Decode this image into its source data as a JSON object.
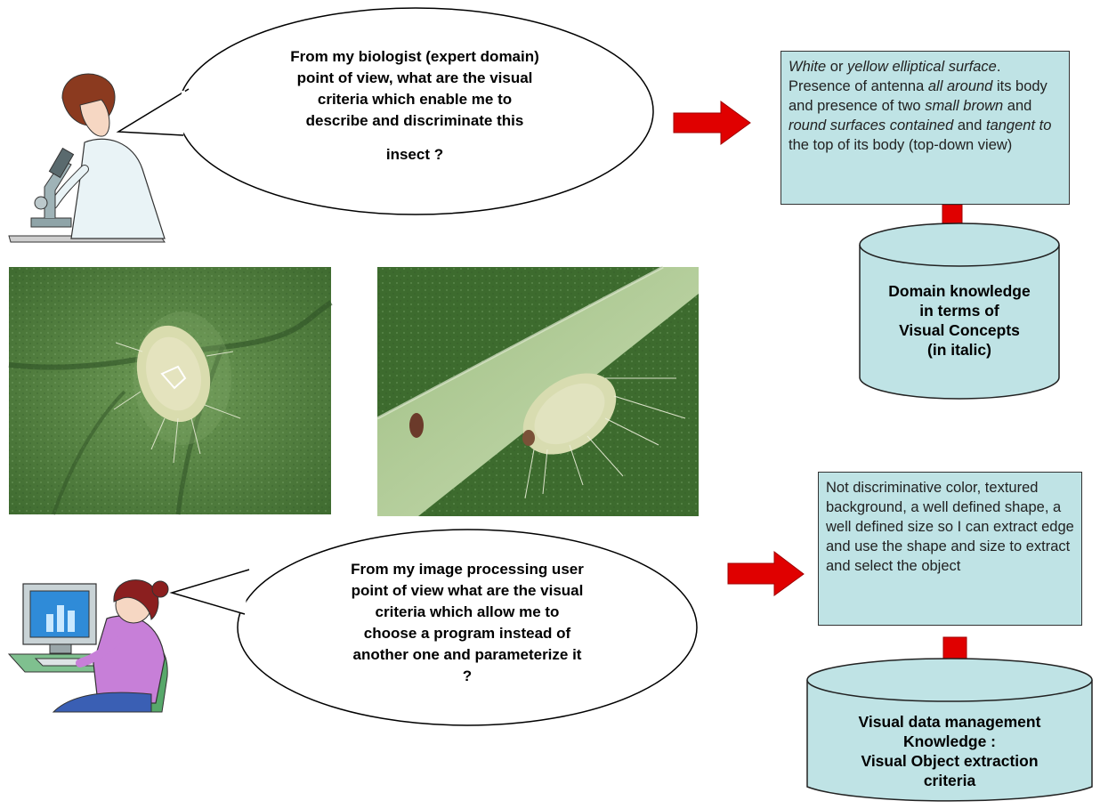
{
  "top": {
    "question_lines": [
      "From my biologist (expert domain)",
      "point of view, what are the visual",
      "criteria which enable me to",
      "describe and discriminate this",
      "insect ?"
    ],
    "answer_segments": [
      {
        "text": "White",
        "italic": true
      },
      {
        "text": " or ",
        "italic": false
      },
      {
        "text": "yellow elliptical surface",
        "italic": true
      },
      {
        "text": ". Presence of antenna ",
        "italic": false
      },
      {
        "text": "all around",
        "italic": true
      },
      {
        "text": " its body and presence of two ",
        "italic": false
      },
      {
        "text": "small brown",
        "italic": true
      },
      {
        "text": " and ",
        "italic": false
      },
      {
        "text": "round surfaces contained",
        "italic": true
      },
      {
        "text": " and ",
        "italic": false
      },
      {
        "text": "tangent to",
        "italic": true
      },
      {
        "text": " the top of its body (top-down view)",
        "italic": false
      }
    ],
    "database_lines": [
      "Domain knowledge",
      "in terms of",
      "Visual Concepts",
      "(in italic)"
    ]
  },
  "bottom": {
    "question_lines": [
      "From my image processing user",
      "point of view what are the visual",
      "criteria which allow me to",
      "choose a program instead of",
      "another one and parameterize it",
      "?"
    ],
    "answer_text": "Not discriminative color, textured background, a well defined shape, a well defined size so I can extract edge and use the shape and size to extract and select the object",
    "database_lines": [
      "Visual data management",
      "Knowledge :",
      "Visual Object extraction",
      "criteria"
    ]
  },
  "colors": {
    "arrow": "#e00000",
    "box_fill": "#bfe3e5",
    "leaf_dark": "#4f7a3c",
    "leaf_light": "#7ea566"
  },
  "icons": {
    "biologist": "scientist-microscope-clipart",
    "user": "woman-at-computer-clipart",
    "photo1": "whitefly-on-leaf-photo",
    "photo2": "whitefly-on-stem-photo"
  }
}
